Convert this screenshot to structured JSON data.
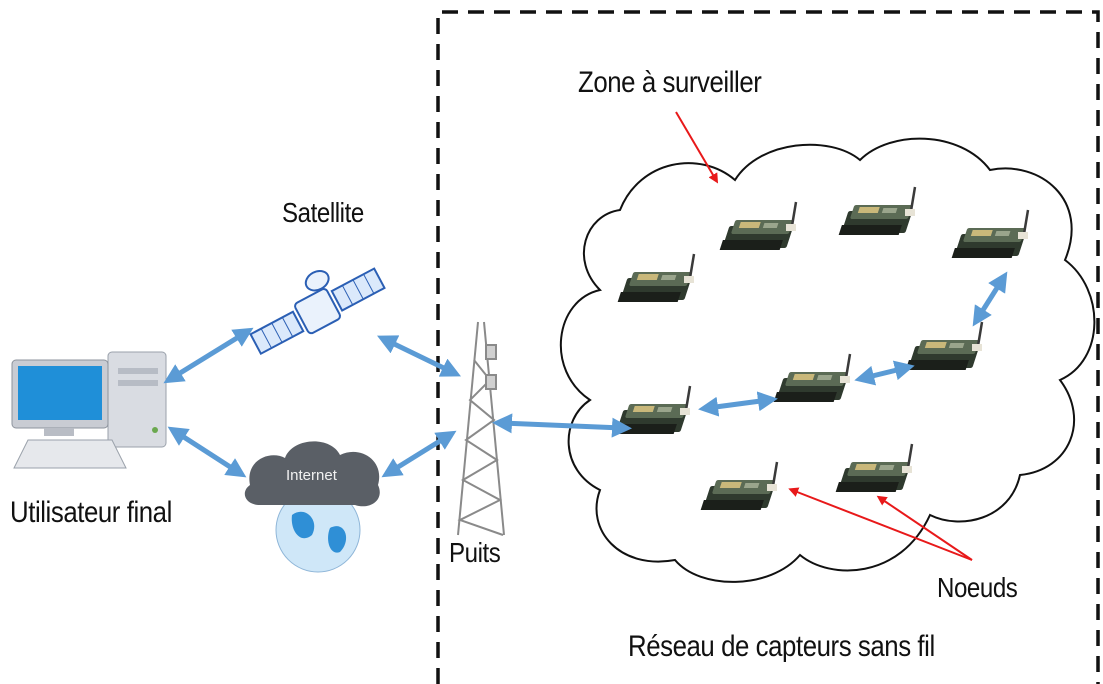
{
  "labels": {
    "user": "Utilisateur final",
    "satellite": "Satellite",
    "puits": "Puits",
    "zone": "Zone à surveiller",
    "noeuds": "Noeuds",
    "reseau": "Réseau de capteurs sans fil",
    "internet": "Internet"
  },
  "icons": {
    "computer": "computer-icon",
    "satellite": "satellite-icon",
    "cloud_internet": "internet-cloud-globe-icon",
    "tower": "antenna-tower-icon",
    "sensor_node": "sensor-node-board-icon"
  },
  "colors": {
    "link_arrow": "#5b9bd5",
    "pointer_arrow": "#e8191a",
    "boundary": "#111111",
    "cloud_outline": "#111111"
  }
}
